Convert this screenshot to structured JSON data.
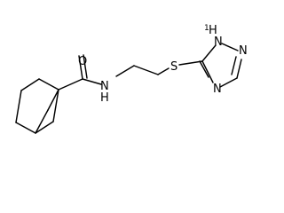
{
  "molecule": {
    "atoms": {
      "oxygen": "O",
      "amide_n": "N",
      "amide_h": "H",
      "sulfur": "S",
      "triazole_nh_n": "N",
      "triazole_nh_h": "H",
      "triazole_n2": "N",
      "triazole_n4": "N"
    },
    "ring_h_superscript": "1"
  },
  "colors": {
    "bond": "#000000",
    "label": "#000000",
    "background": "#ffffff"
  }
}
